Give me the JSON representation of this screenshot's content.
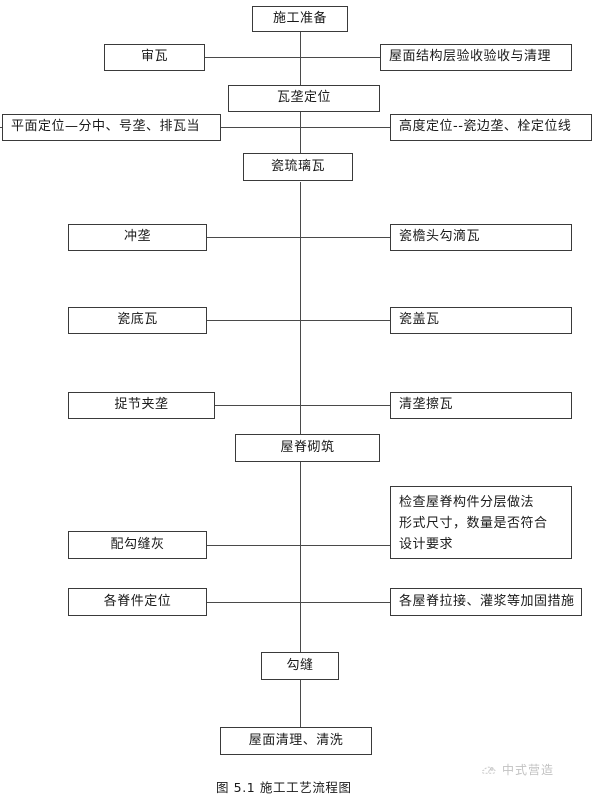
{
  "figure": {
    "caption": "图 5.1   施工工艺流程图",
    "watermark_text": "中式营造",
    "watermark_icon": "cloud-sprout-logo-icon",
    "colors": {
      "box_border": "#3a3a3a",
      "connector": "#4a4a4a",
      "background": "#ffffff",
      "text": "#1a1a1a",
      "watermark": "#c2c2c2"
    }
  },
  "chart_data": {
    "type": "diagram",
    "title": "图 5.1   施工工艺流程图",
    "orientation": "top-to-bottom",
    "spine_nodes": [
      "施工准备",
      "瓦垄定位",
      "瓷琉璃瓦",
      "屋脊砌筑",
      "勾缝",
      "屋面清理、清洗"
    ],
    "branch_rows": [
      {
        "left": "审瓦",
        "right": "屋面结构层验收验收与清理"
      },
      {
        "left": "平面定位—分中、号垄、排瓦当",
        "right": "高度定位--瓷边垄、栓定位线"
      },
      {
        "left": "冲垄",
        "right": "瓷檐头勾滴瓦"
      },
      {
        "left": "瓷底瓦",
        "right": "瓷盖瓦"
      },
      {
        "left": "捉节夹垄",
        "right": "清垄擦瓦"
      },
      {
        "left": "配勾缝灰",
        "right": "检查屋脊构件分层做法\n形式尺寸，数量是否符合\n设计要求"
      },
      {
        "left": "各脊件定位",
        "right": "各屋脊拉接、灌浆等加固措施"
      }
    ]
  },
  "nodes": {
    "n1": {
      "label": "施工准备"
    },
    "n2_left": {
      "label": "审瓦"
    },
    "n2_right": {
      "label": "屋面结构层验收验收与清理"
    },
    "n3": {
      "label": "瓦垄定位"
    },
    "n4_left": {
      "label": "平面定位—分中、号垄、排瓦当"
    },
    "n4_right": {
      "label": "高度定位--瓷边垄、栓定位线"
    },
    "n5": {
      "label": "瓷琉璃瓦"
    },
    "n6_left": {
      "label": "冲垄"
    },
    "n6_right": {
      "label": "瓷檐头勾滴瓦"
    },
    "n7_left": {
      "label": "瓷底瓦"
    },
    "n7_right": {
      "label": "瓷盖瓦"
    },
    "n8_left": {
      "label": "捉节夹垄"
    },
    "n8_right": {
      "label": "清垄擦瓦"
    },
    "n9": {
      "label": "屋脊砌筑"
    },
    "n10_left": {
      "label": "配勾缝灰"
    },
    "n10_right": {
      "label": "检查屋脊构件分层做法\n形式尺寸，数量是否符合\n设计要求"
    },
    "n11_left": {
      "label": "各脊件定位"
    },
    "n11_right": {
      "label": "各屋脊拉接、灌浆等加固措施"
    },
    "n12": {
      "label": "勾缝"
    },
    "n13": {
      "label": "屋面清理、清洗"
    }
  }
}
